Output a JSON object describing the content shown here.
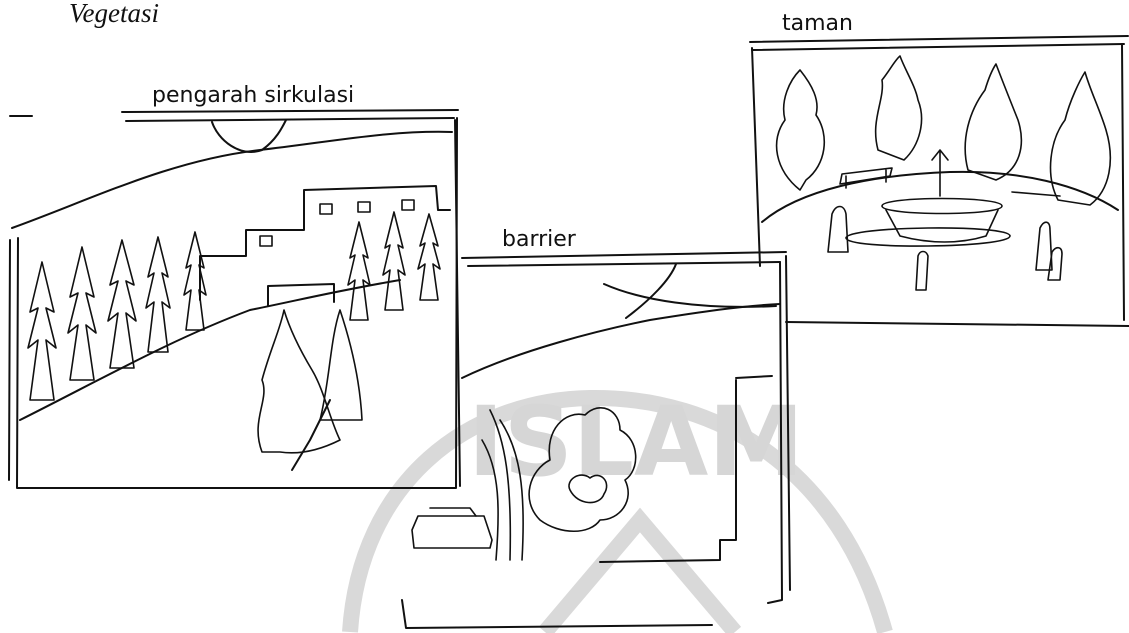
{
  "title": "Vegetasi",
  "sketches": {
    "circulation": {
      "label": "pengarah sirkulasi"
    },
    "barrier": {
      "label": "barrier"
    },
    "garden": {
      "label": "taman"
    }
  },
  "watermark": {
    "text": "ISLAM"
  }
}
